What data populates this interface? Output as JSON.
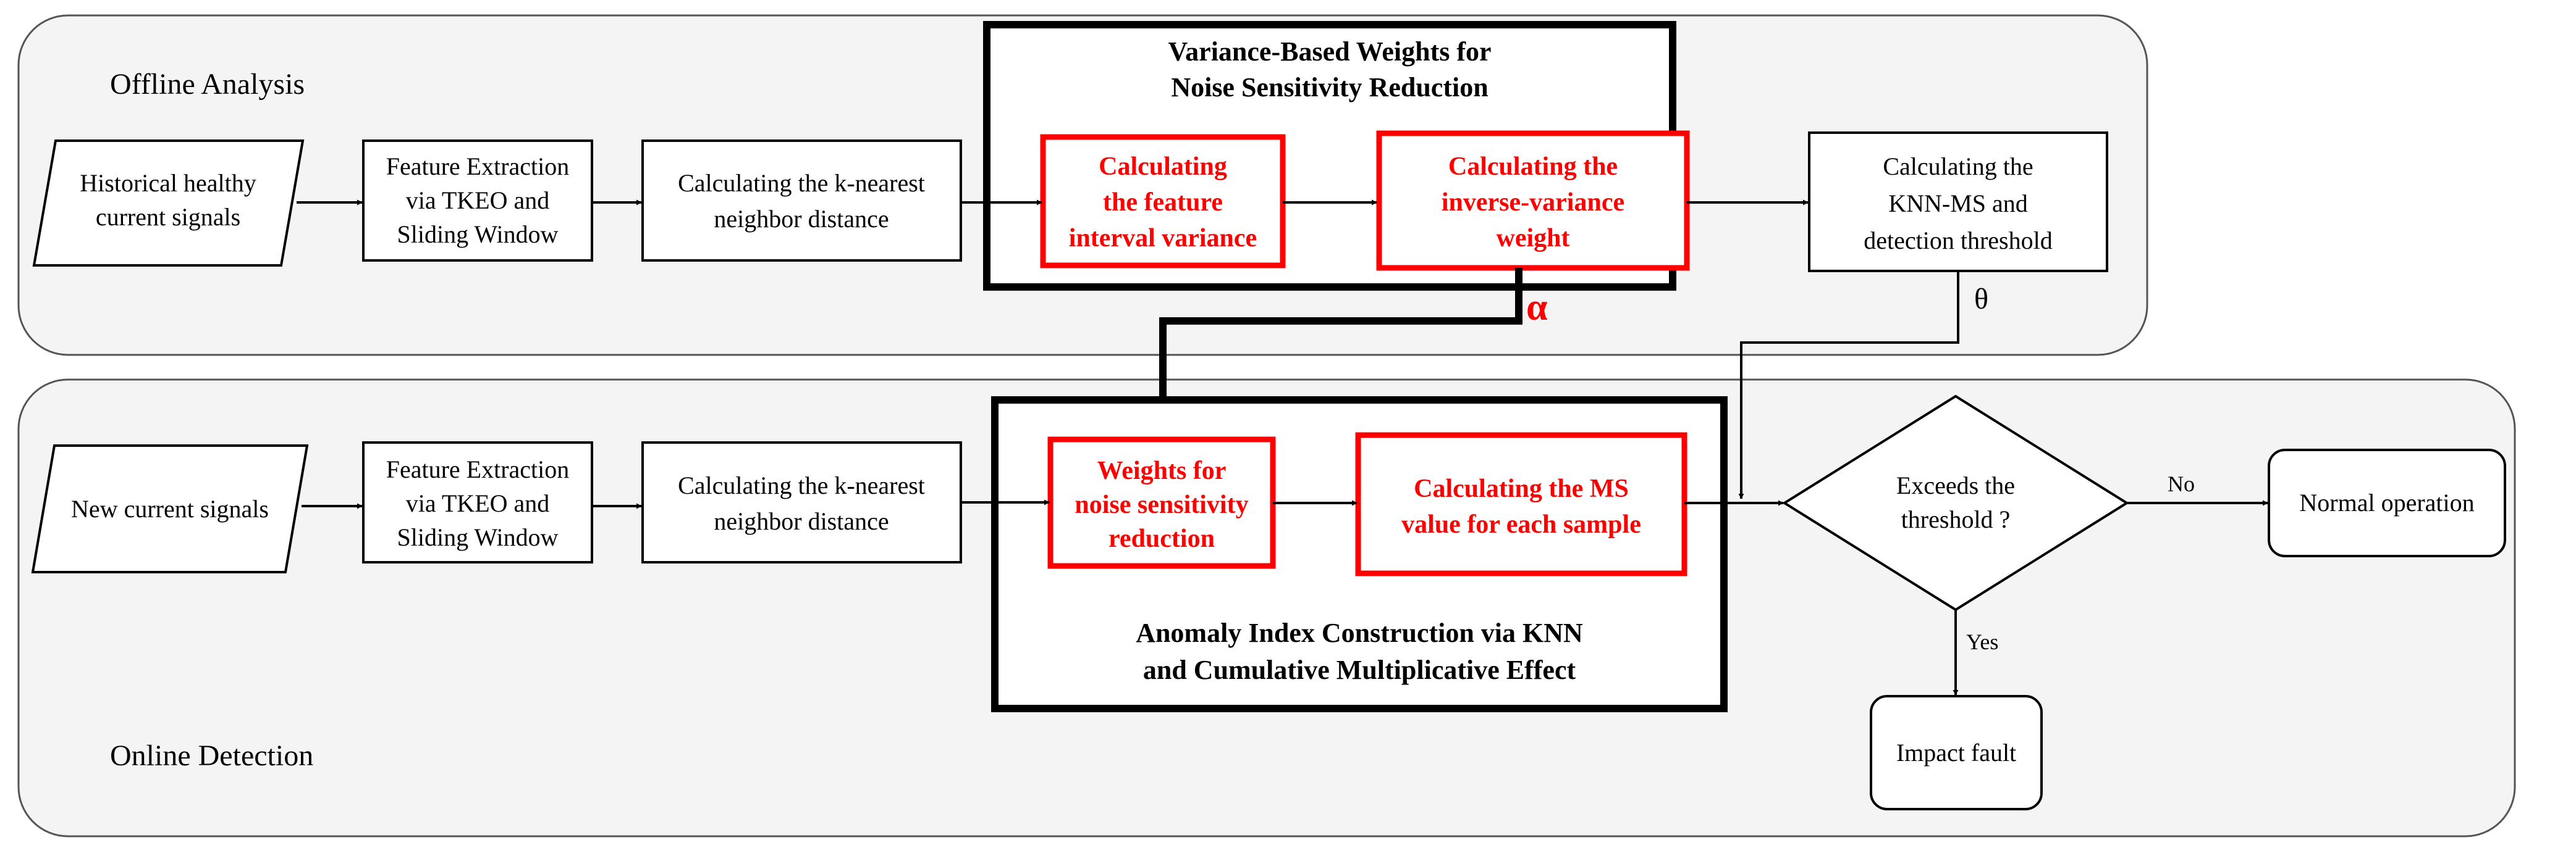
{
  "offline": {
    "title": "Offline Analysis",
    "input": [
      "Historical healthy",
      "current signals"
    ],
    "feature": [
      "Feature Extraction",
      "via TKEO and",
      "Sliding Window"
    ],
    "knn": [
      "Calculating the k-nearest",
      "neighbor distance"
    ],
    "variance_group": {
      "title": [
        "Variance-Based Weights for",
        "Noise Sensitivity Reduction"
      ],
      "interval": [
        "Calculating",
        "the feature",
        "interval variance"
      ],
      "inverse": [
        "Calculating the",
        "inverse-variance",
        "weight"
      ]
    },
    "threshold": [
      "Calculating the",
      "KNN-MS and",
      "detection threshold"
    ],
    "alpha": "α",
    "theta": "θ"
  },
  "online": {
    "title": "Online Detection",
    "input": [
      "New current signals"
    ],
    "feature": [
      "Feature Extraction",
      "via TKEO and",
      "Sliding Window"
    ],
    "knn": [
      "Calculating the k-nearest",
      "neighbor distance"
    ],
    "anomaly_group": {
      "weights": [
        "Weights for",
        "noise sensitivity",
        "reduction"
      ],
      "ms": [
        "Calculating the MS",
        "value for each sample"
      ],
      "title": [
        "Anomaly Index Construction via KNN",
        "and Cumulative Multiplicative Effect"
      ]
    },
    "decision": [
      "Exceeds the",
      "threshold ?"
    ],
    "no_label": "No",
    "yes_label": "Yes",
    "normal": [
      "Normal operation"
    ],
    "fault": [
      "Impact fault"
    ]
  },
  "colors": {
    "accent": "#ff0000",
    "panel": "#f4f4f4",
    "stroke": "#000000"
  }
}
